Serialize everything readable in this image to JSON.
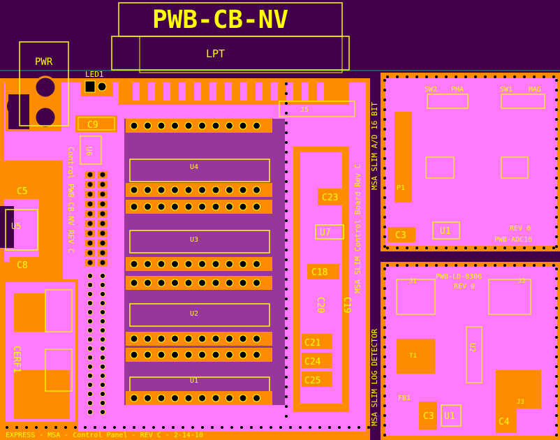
{
  "labels": {
    "main_title": "PWB-CB-NV",
    "lpt": "LPT",
    "pwr": "PWR",
    "led1": "LED1",
    "u4": "U4",
    "u3": "U3",
    "u2": "U2",
    "u1": "U1",
    "u5": "U5",
    "u6": "U6",
    "u7": "U7",
    "c5": "C5",
    "c8": "C8",
    "c9": "C9",
    "c18": "C18",
    "c19": "C19",
    "c20": "C20",
    "c21": "C21",
    "c23": "C23",
    "c24": "C24",
    "c25": "C25",
    "cerf1": "CERF1",
    "j5": "J5",
    "cb_board_text": "Control PWB-CB-NV REV C",
    "cb_side_text": "MSA SLIM Control Board Rev C",
    "bottom_text": "EXPRESS - MSA - Control Panel - REV C - 2-14-10",
    "adc_side": "MSA SLIM A/D 16 BIT",
    "adc_sw2": "SW2",
    "adc_pha": "PHA",
    "adc_sw1": "SW1",
    "adc_mag": "MAG",
    "adc_c3": "C3",
    "adc_u1": "U1",
    "adc_rev": "REV 0",
    "adc_name": "PWB-ADC16",
    "adc_p1": "P1",
    "ld_side": "MSA SLIM LOG DETECTOR",
    "ld_name": "PWB-LD-8306",
    "ld_rev": "REV 0",
    "ld_j1": "J1",
    "ld_j2": "J2",
    "ld_j3": "J3",
    "ld_t1": "T1",
    "ld_u2": "U2",
    "ld_c3": "C3",
    "ld_c4": "C4",
    "ld_u1": "U1",
    "ld_fb1": "FB1"
  },
  "colors": {
    "background": "#42004a",
    "copper": "#ff8c00",
    "board": "#ff7aff",
    "silkscreen": "#ffff00",
    "drill": "#000000",
    "outline": "#00cc99"
  }
}
